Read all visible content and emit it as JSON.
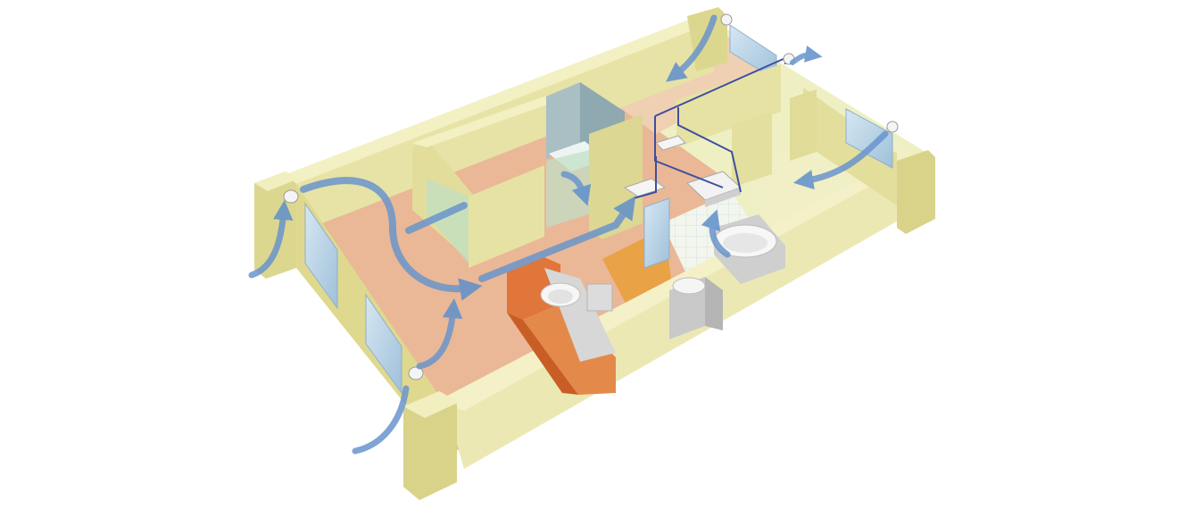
{
  "diagram": {
    "kind": "isometric-apartment-ventilation-cutaway",
    "colors": {
      "wall_top": "#f2efbf",
      "wall_face": "#e6e2a3",
      "wall_shade": "#d3cd86",
      "floor_living": "#e8b592",
      "floor_room": "#eef0c4",
      "kitchen_counter": "#e0763a",
      "kitchen_floor": "#e8a24a",
      "window_glass": "#b9d4e6",
      "tile_floor": "#f4f6ee",
      "fixture_white": "#f5f5f5",
      "fixture_gray": "#c9c9c9",
      "airflow_arrow": "#6a95cc",
      "duct_line": "#3e4f9e"
    },
    "icons": [
      "airflow-arrow",
      "supply-vent",
      "exhaust-fan-unit",
      "bathtub",
      "washbasin",
      "toilet",
      "kitchen-sink"
    ]
  }
}
